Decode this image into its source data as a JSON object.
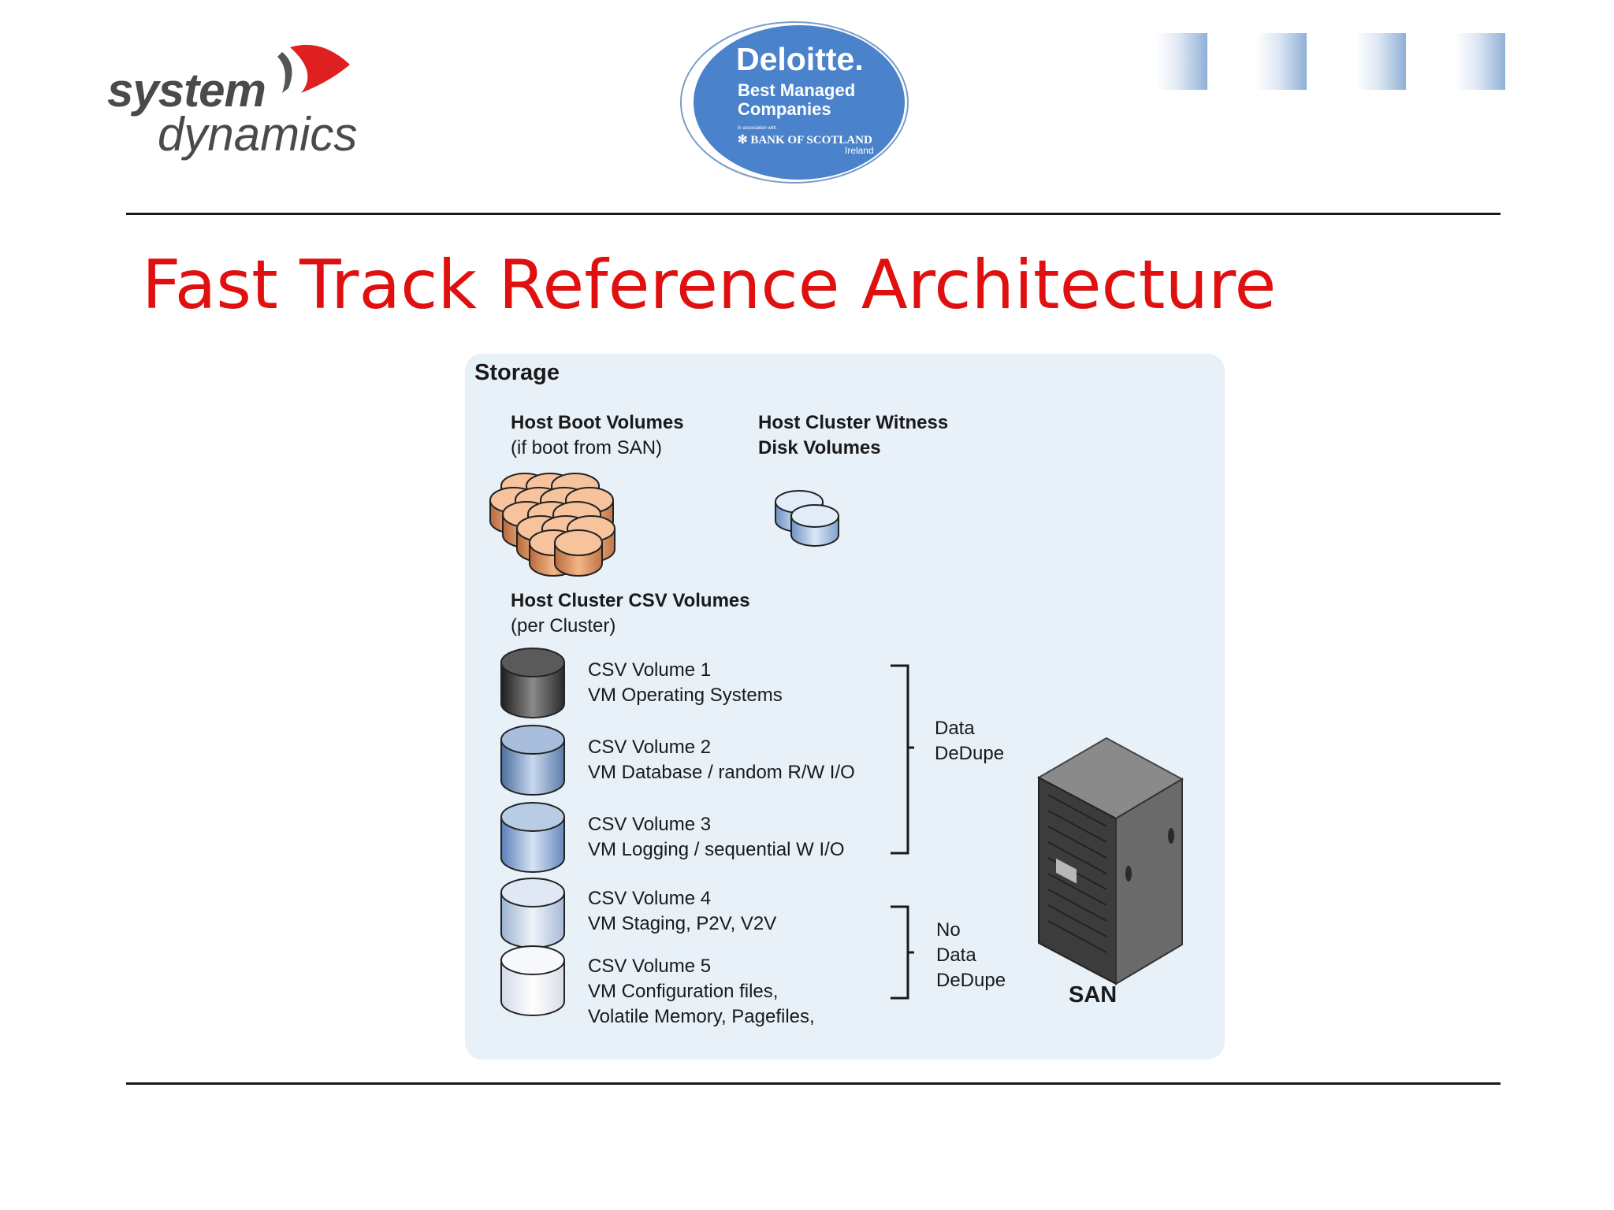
{
  "logos": {
    "system_dynamics": {
      "word1": "system",
      "word2": "dynamics"
    },
    "deloitte": {
      "name": "Deloitte.",
      "line1": "Best Managed",
      "line2": "Companies",
      "assoc": "In association with",
      "bank": "✻ BANK OF SCOTLAND",
      "region": "Ireland"
    }
  },
  "slide": {
    "title": "Fast Track Reference Architecture"
  },
  "diagram": {
    "panel_title": "Storage",
    "host_boot": {
      "title": "Host Boot Volumes",
      "subtitle": "(if boot from SAN)"
    },
    "witness": {
      "line1": "Host Cluster Witness",
      "line2": "Disk Volumes"
    },
    "csv": {
      "title": "Host Cluster CSV Volumes",
      "subtitle": "(per Cluster)"
    },
    "volumes": [
      {
        "name": "CSV Volume 1",
        "desc": "VM Operating Systems"
      },
      {
        "name": "CSV Volume 2",
        "desc": "VM Database / random R/W I/O"
      },
      {
        "name": "CSV Volume 3",
        "desc": "VM Logging / sequential W I/O"
      },
      {
        "name": "CSV Volume 4",
        "desc": "VM Staging, P2V, V2V"
      },
      {
        "name": "CSV Volume 5",
        "desc": "VM Configuration files,",
        "desc2": "Volatile Memory, Pagefiles,"
      }
    ],
    "dedupe": {
      "line1": "Data",
      "line2": "DeDupe"
    },
    "no_dedupe": {
      "line1": "No",
      "line2": "Data",
      "line3": "DeDupe"
    },
    "san_label": "SAN"
  },
  "colors": {
    "title": "#e01010",
    "panel_bg": "#e8f0f8",
    "boot_disk": "#e4905c",
    "witness_disk": "#a8c4e4",
    "deloitte_blue": "#4a82cc"
  }
}
